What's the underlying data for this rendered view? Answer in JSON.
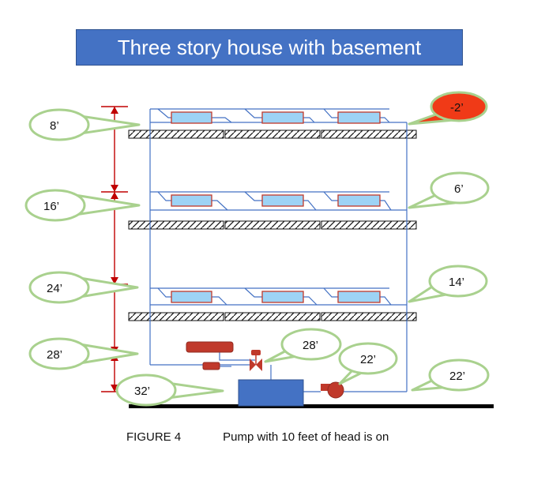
{
  "title": "Three story house with basement",
  "caption": {
    "figure": "FIGURE 4",
    "text": "Pump with 10 feet of  head is on"
  },
  "left_callouts": [
    "8’",
    "16’",
    "24’",
    "28’",
    "32’"
  ],
  "right_callouts": [
    "-2’",
    "6’",
    "14’",
    "22’"
  ],
  "equipment_callouts": {
    "valve": "28’",
    "pump": "22’"
  },
  "colors": {
    "banner": "#4472c4",
    "pipe": "#4472c4",
    "radiator_fill": "#9dd3f5",
    "radiator_border": "#c0392b",
    "equipment": "#c0392b",
    "tank": "#4472c4",
    "callout_border": "#a9d18e",
    "negative_callout_fill": "#f03a17",
    "dimension_arrow": "#c00000"
  }
}
